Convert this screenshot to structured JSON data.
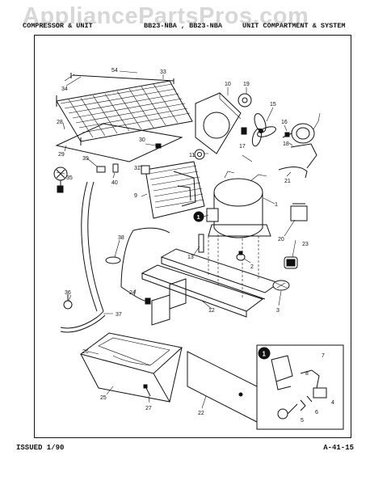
{
  "watermark": "AppliancePartsPros.com",
  "header": {
    "left": "COMPRESSOR & UNIT",
    "middle": "BB23-NBA , BB23-NBA",
    "right": "UNIT COMPARTMENT & SYSTEM"
  },
  "footer": {
    "issued": "ISSUED 1/90",
    "page": "A-41-15"
  },
  "parts": {
    "p1": "1",
    "p2": "2",
    "p3": "3",
    "p4": "4",
    "p5": "5",
    "p6": "6",
    "p7": "7",
    "p8": "8",
    "p9": "9",
    "p10": "10",
    "p11": "11",
    "p12": "12",
    "p13": "13",
    "p15": "15",
    "p16": "16",
    "p17": "17",
    "p18": "18",
    "p19": "19",
    "p20": "20",
    "p21": "21",
    "p22": "22",
    "p23": "23",
    "p24": "24",
    "p25": "25",
    "p26": "26",
    "p27": "27",
    "p28": "28",
    "p29": "29",
    "p30": "30",
    "p31": "31",
    "p33": "33",
    "p34": "34",
    "p35": "35",
    "p36": "36",
    "p37": "37",
    "p38": "38",
    "p39": "39",
    "p40": "40",
    "p54": "54",
    "callout": "1"
  }
}
